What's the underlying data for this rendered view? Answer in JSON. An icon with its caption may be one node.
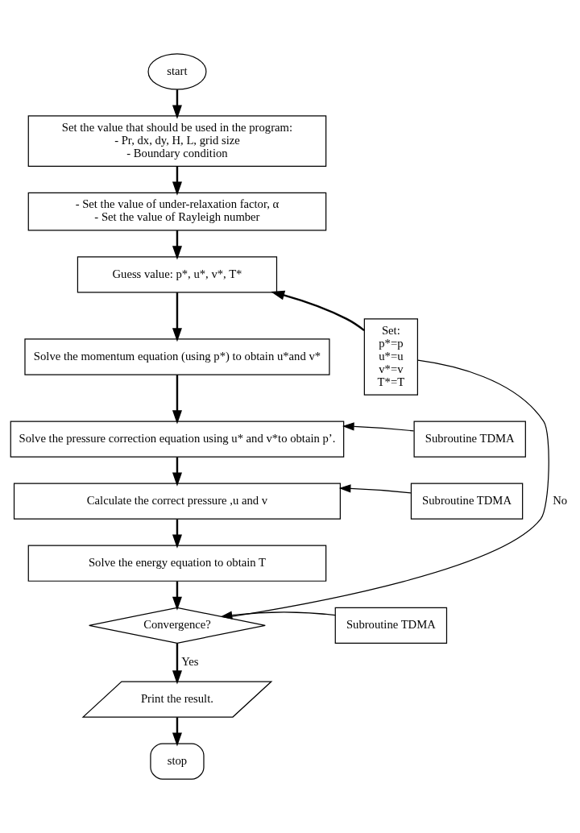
{
  "diagram": {
    "nodes": [
      {
        "text": [
          "start"
        ]
      },
      {
        "text": [
          "Set the value that should be used in the program:",
          "- Pr, dx, dy, H, L, grid size",
          "- Boundary condition"
        ]
      },
      {
        "text": [
          "- Set the value of under-relaxation factor, α",
          "- Set the value of Rayleigh number"
        ]
      },
      {
        "text": [
          "Guess value: p*, u*, v*, T*"
        ]
      },
      {
        "text": [
          "Set:",
          "p*=p",
          "u*=u",
          "v*=v",
          "T*=T"
        ]
      },
      {
        "text": [
          "Solve the momentum equation (using p*) to obtain u*and v*"
        ]
      },
      {
        "text": [
          "Subroutine TDMA"
        ]
      },
      {
        "text": [
          "Solve the pressure correction equation using u* and v*to obtain p’."
        ]
      },
      {
        "text": [
          "Subroutine TDMA"
        ]
      },
      {
        "text": [
          "Calculate the correct pressure ,u and v"
        ]
      },
      {
        "text": [
          "Solve the energy equation to obtain T"
        ]
      },
      {
        "text": [
          "Subroutine TDMA"
        ]
      },
      {
        "text": [
          "Convergence?"
        ]
      },
      {
        "text": [
          "Print the result."
        ]
      },
      {
        "text": [
          "stop"
        ]
      }
    ],
    "edges": [
      {
        "from": 0,
        "to": 1,
        "arrow": "to"
      },
      {
        "from": 1,
        "to": 2,
        "arrow": "to"
      },
      {
        "from": 2,
        "to": 3,
        "arrow": "to"
      },
      {
        "from": 4,
        "to": 3,
        "arrow": "to"
      },
      {
        "from": 3,
        "to": 5,
        "arrow": "to"
      },
      {
        "from": 5,
        "to": 7,
        "arrow": "to"
      },
      {
        "from": 6,
        "to": 7,
        "arrow": "to"
      },
      {
        "from": 7,
        "to": 9,
        "arrow": "to"
      },
      {
        "from": 8,
        "to": 9,
        "arrow": "to"
      },
      {
        "from": 9,
        "to": 10,
        "arrow": "to"
      },
      {
        "from": 10,
        "to": 12,
        "arrow": "to"
      },
      {
        "from": 11,
        "to": 12,
        "arrow": "to"
      },
      {
        "from": 12,
        "to": 4,
        "arrow": "none",
        "label": "No"
      },
      {
        "from": 12,
        "to": 13,
        "arrow": "to",
        "label": "Yes"
      },
      {
        "from": 13,
        "to": 14,
        "arrow": "to"
      }
    ]
  }
}
